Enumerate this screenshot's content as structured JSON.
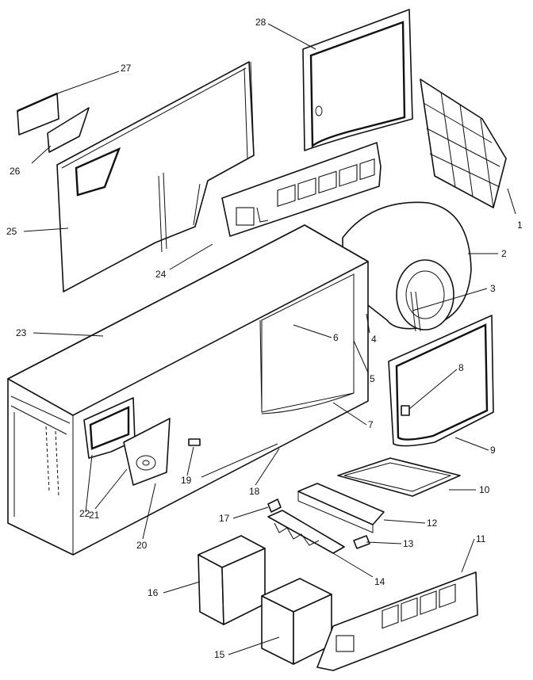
{
  "figure": {
    "type": "exploded-parts-diagram",
    "callouts": [
      {
        "number": "1"
      },
      {
        "number": "2"
      },
      {
        "number": "3"
      },
      {
        "number": "4"
      },
      {
        "number": "5"
      },
      {
        "number": "6"
      },
      {
        "number": "7"
      },
      {
        "number": "8"
      },
      {
        "number": "9"
      },
      {
        "number": "10"
      },
      {
        "number": "11"
      },
      {
        "number": "12"
      },
      {
        "number": "13"
      },
      {
        "number": "14"
      },
      {
        "number": "15"
      },
      {
        "number": "16"
      },
      {
        "number": "17"
      },
      {
        "number": "18"
      },
      {
        "number": "19"
      },
      {
        "number": "20"
      },
      {
        "number": "21"
      },
      {
        "number": "22"
      },
      {
        "number": "23"
      },
      {
        "number": "24"
      },
      {
        "number": "25"
      },
      {
        "number": "26"
      },
      {
        "number": "27"
      },
      {
        "number": "28"
      }
    ]
  }
}
